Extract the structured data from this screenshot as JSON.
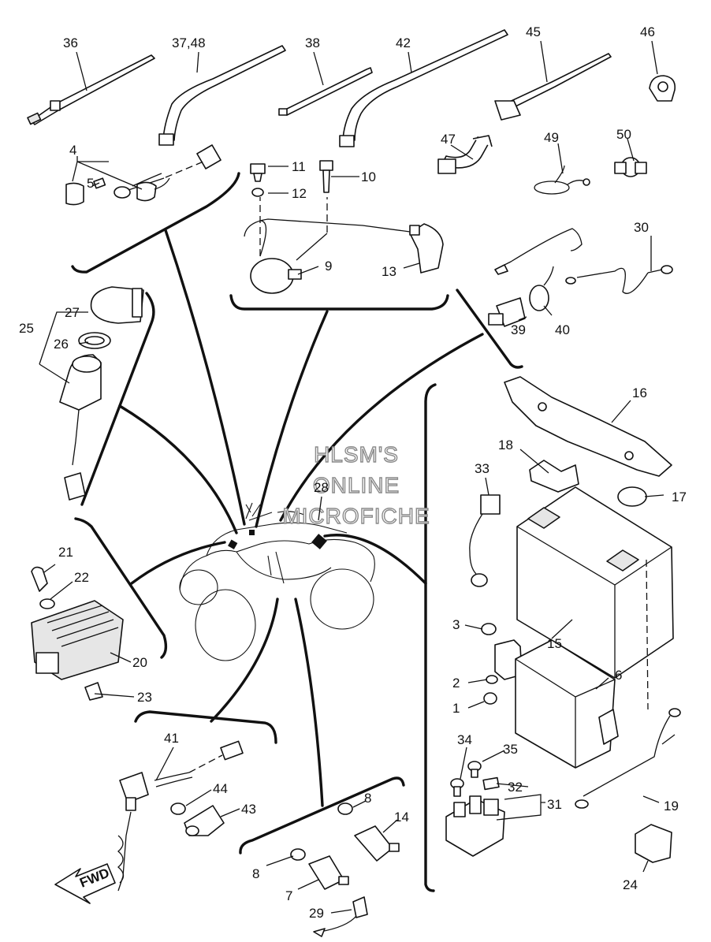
{
  "watermark": {
    "line1": "HLSM'S",
    "line2": "ONLINE",
    "line3": "MICROFICHE"
  },
  "fwd_arrow": {
    "label": "FWD"
  },
  "callouts": {
    "c1": "1",
    "c2": "2",
    "c3": "3",
    "c4": "4",
    "c5": "5",
    "c6": "6",
    "c7": "7",
    "c8a": "8",
    "c8b": "8",
    "c9": "9",
    "c10": "10",
    "c11": "11",
    "c12": "12",
    "c13": "13",
    "c14": "14",
    "c15": "15",
    "c16": "16",
    "c17": "17",
    "c18": "18",
    "c19": "19",
    "c20": "20",
    "c21": "21",
    "c22": "22",
    "c23": "23",
    "c24": "24",
    "c25": "25",
    "c26": "26",
    "c27": "27",
    "c28": "28",
    "c29": "29",
    "c30": "30",
    "c31": "31",
    "c32": "32",
    "c33": "33",
    "c34": "34",
    "c35": "35",
    "c36": "36",
    "c3748": "37,48",
    "c38": "38",
    "c39": "39",
    "c40": "40",
    "c41": "41",
    "c42": "42",
    "c43": "43",
    "c44": "44",
    "c45": "45",
    "c46": "46",
    "c47": "47",
    "c49": "49",
    "c50": "50"
  }
}
